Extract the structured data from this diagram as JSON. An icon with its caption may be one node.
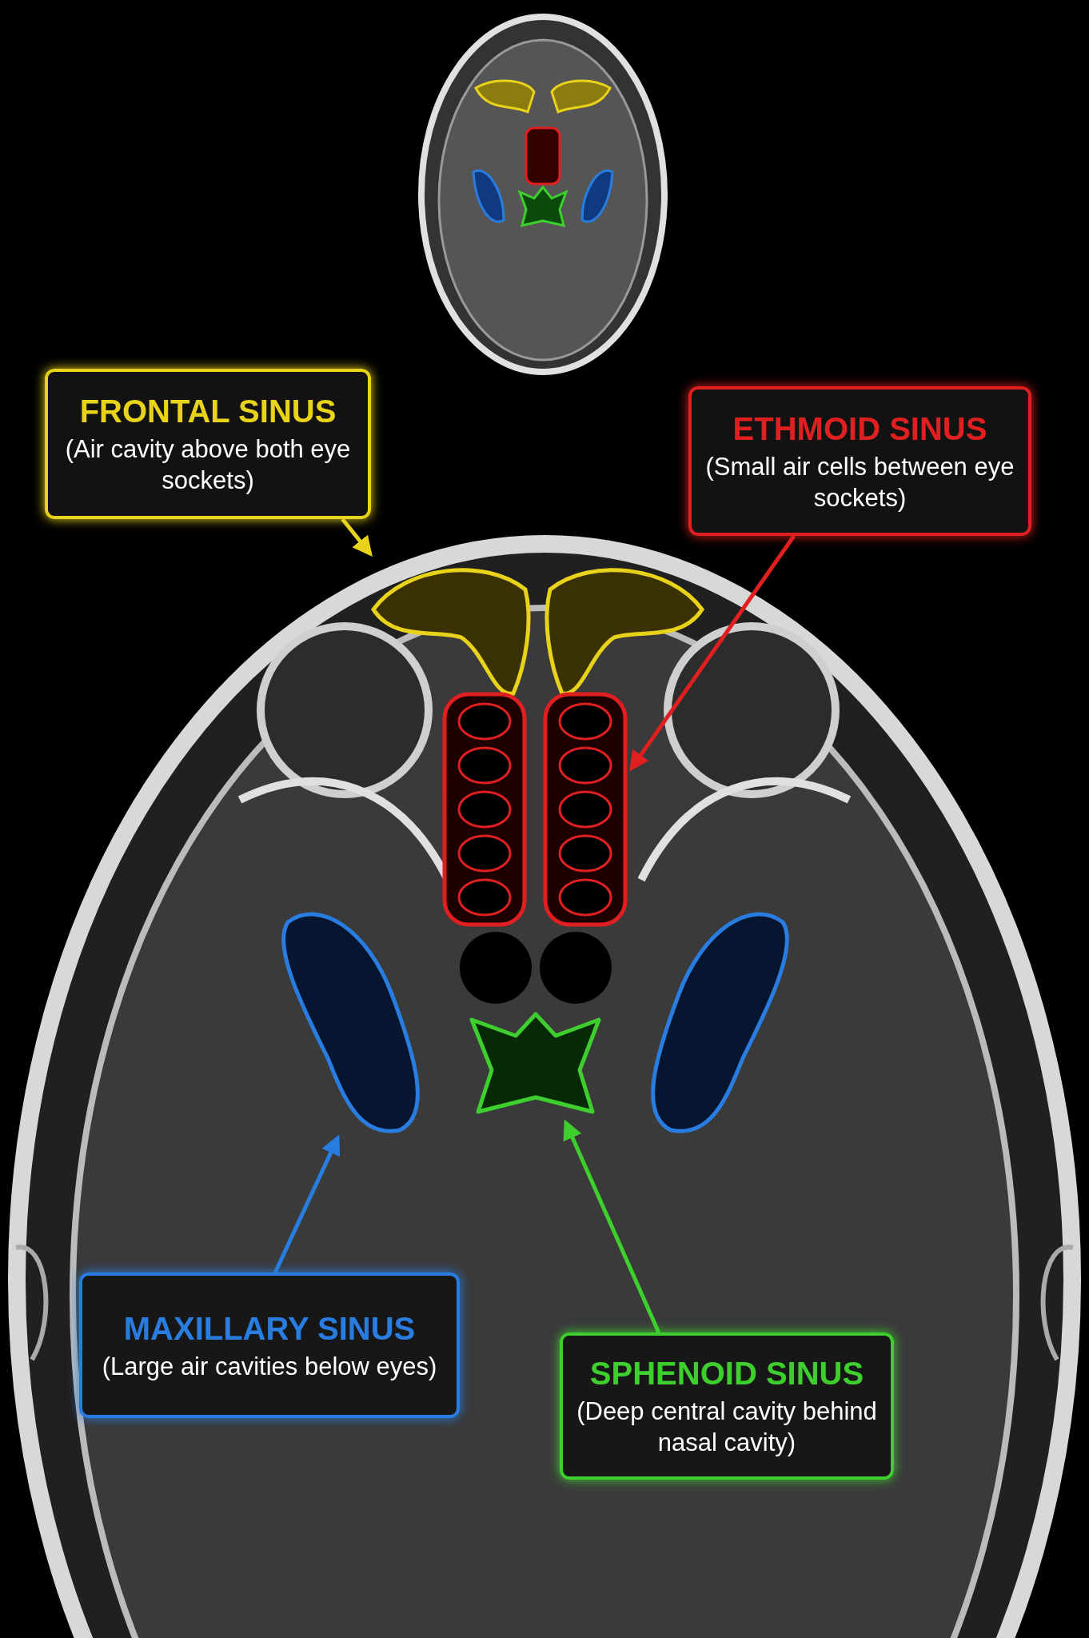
{
  "diagram": {
    "nodes": [
      {
        "text": [
          "FRONTAL SINUS",
          "(Air cavity above both eye sockets)"
        ]
      },
      {
        "text": [
          "ETHMOID SINUS",
          "(Small air cells between eye sockets)"
        ]
      },
      {
        "text": [],
        "shape": "picture"
      },
      {
        "text": [],
        "shape": "picture"
      },
      {
        "text": [],
        "shape": "picture"
      },
      {
        "text": [],
        "shape": "picture"
      },
      {
        "text": [
          "MAXILLARY SINUS",
          "(Large air cavities below eyes)"
        ]
      },
      {
        "text": [
          "SPHENOID SINUS",
          "(Deep central cavity behind nasal cavity)"
        ]
      },
      {
        "text": [],
        "shape": "picture"
      }
    ],
    "edges": [
      {
        "from": 0,
        "to": 2,
        "arrow": "to",
        "color": "#e8d21a"
      },
      {
        "from": 1,
        "to": 3,
        "arrow": "to",
        "color": "#e02020"
      },
      {
        "from": 6,
        "to": 4,
        "arrow": "to",
        "color": "#2a7de0"
      },
      {
        "from": 7,
        "to": 5,
        "arrow": "to",
        "color": "#3ecf2e"
      }
    ]
  }
}
